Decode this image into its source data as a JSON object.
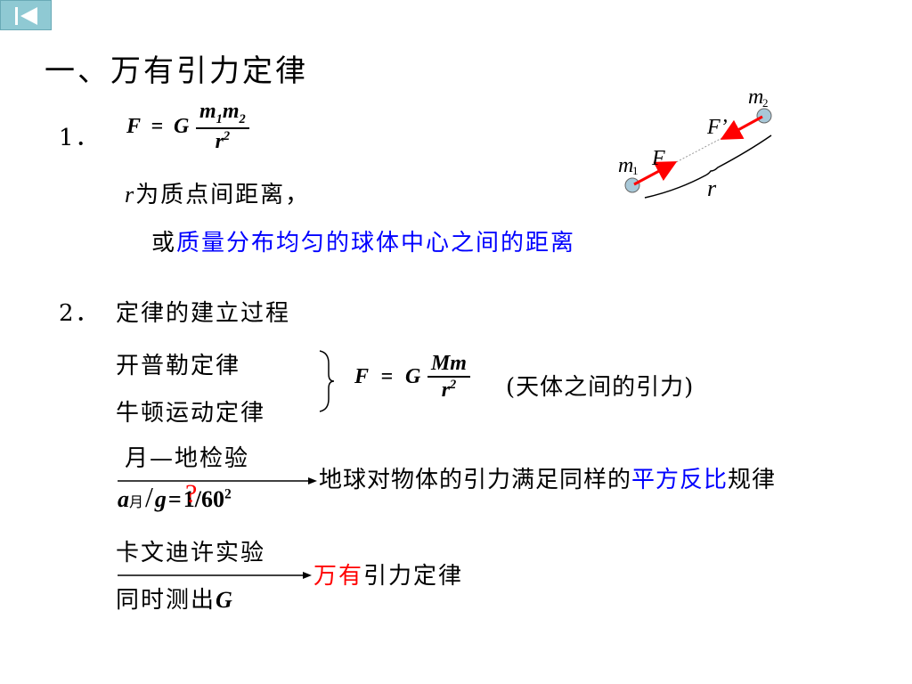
{
  "nav": {
    "back_icon": "skip-back-icon"
  },
  "title": "一、万有引力定律",
  "section1": {
    "num": "1．",
    "formula": {
      "F": "F",
      "eq": "=",
      "G": "G",
      "m": "m",
      "one": "1",
      "two": "2",
      "r": "r",
      "sq": "2"
    },
    "note_r": "r",
    "note_rest": "为质点间距离，",
    "or_prefix": "或",
    "or_blue": "质量分布均匀的球体中心之间的距离"
  },
  "diagram": {
    "m1_label": "m",
    "m1_sub": "1",
    "m2_label": "m",
    "m2_sub": "2",
    "F_label": "F",
    "Fp_label": "F’",
    "r_label": "r",
    "arrow_color": "#ff0000",
    "ball_color": "#a8c8d8"
  },
  "section2": {
    "num": "2．",
    "title": "定律的建立过程",
    "kepler": "开普勒定律",
    "newton": "牛顿运动定律",
    "formula": {
      "F": "F",
      "eq": "=",
      "G": "G",
      "Mm": "Mm",
      "r": "r",
      "sq": "2"
    },
    "paren_note": "(天体之间的引力)",
    "moon_test": "月—地检验",
    "ratio": {
      "a": "a",
      "moon_sub": "月",
      "slash": "/",
      "g": "g",
      "eq": "=",
      "val": "1/60",
      "sq": "2",
      "question": "?"
    },
    "result1_black": "地球对物体的引力满足同样的",
    "result1_blue": "平方反比",
    "result1_tail": "规律",
    "cavendish": "卡文迪许实验",
    "measure_text": "同时测出",
    "measure_G": "G",
    "result2_red": "万有",
    "result2_tail": "引力定律"
  }
}
